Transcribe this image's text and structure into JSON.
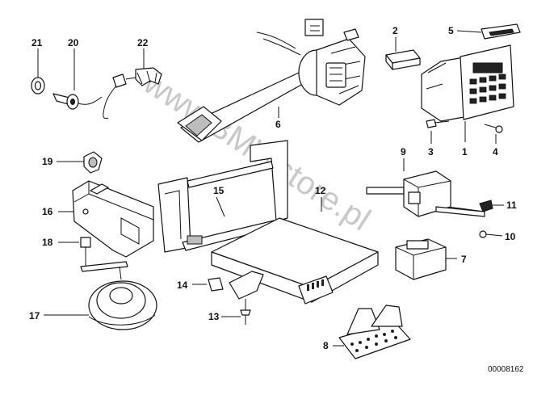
{
  "watermark": "www.BMWstore.pl",
  "diagram_code": "00008162",
  "callouts": {
    "c1": "1",
    "c2": "2",
    "c3": "3",
    "c4": "4",
    "c5": "5",
    "c6": "6",
    "c7": "7",
    "c8": "8",
    "c9": "9",
    "c10": "10",
    "c11": "11",
    "c12": "12",
    "c13": "13",
    "c14": "14",
    "c15": "15",
    "c16": "16",
    "c17": "17",
    "c18": "18",
    "c19": "19",
    "c20": "20",
    "c21": "21",
    "c22": "22"
  }
}
